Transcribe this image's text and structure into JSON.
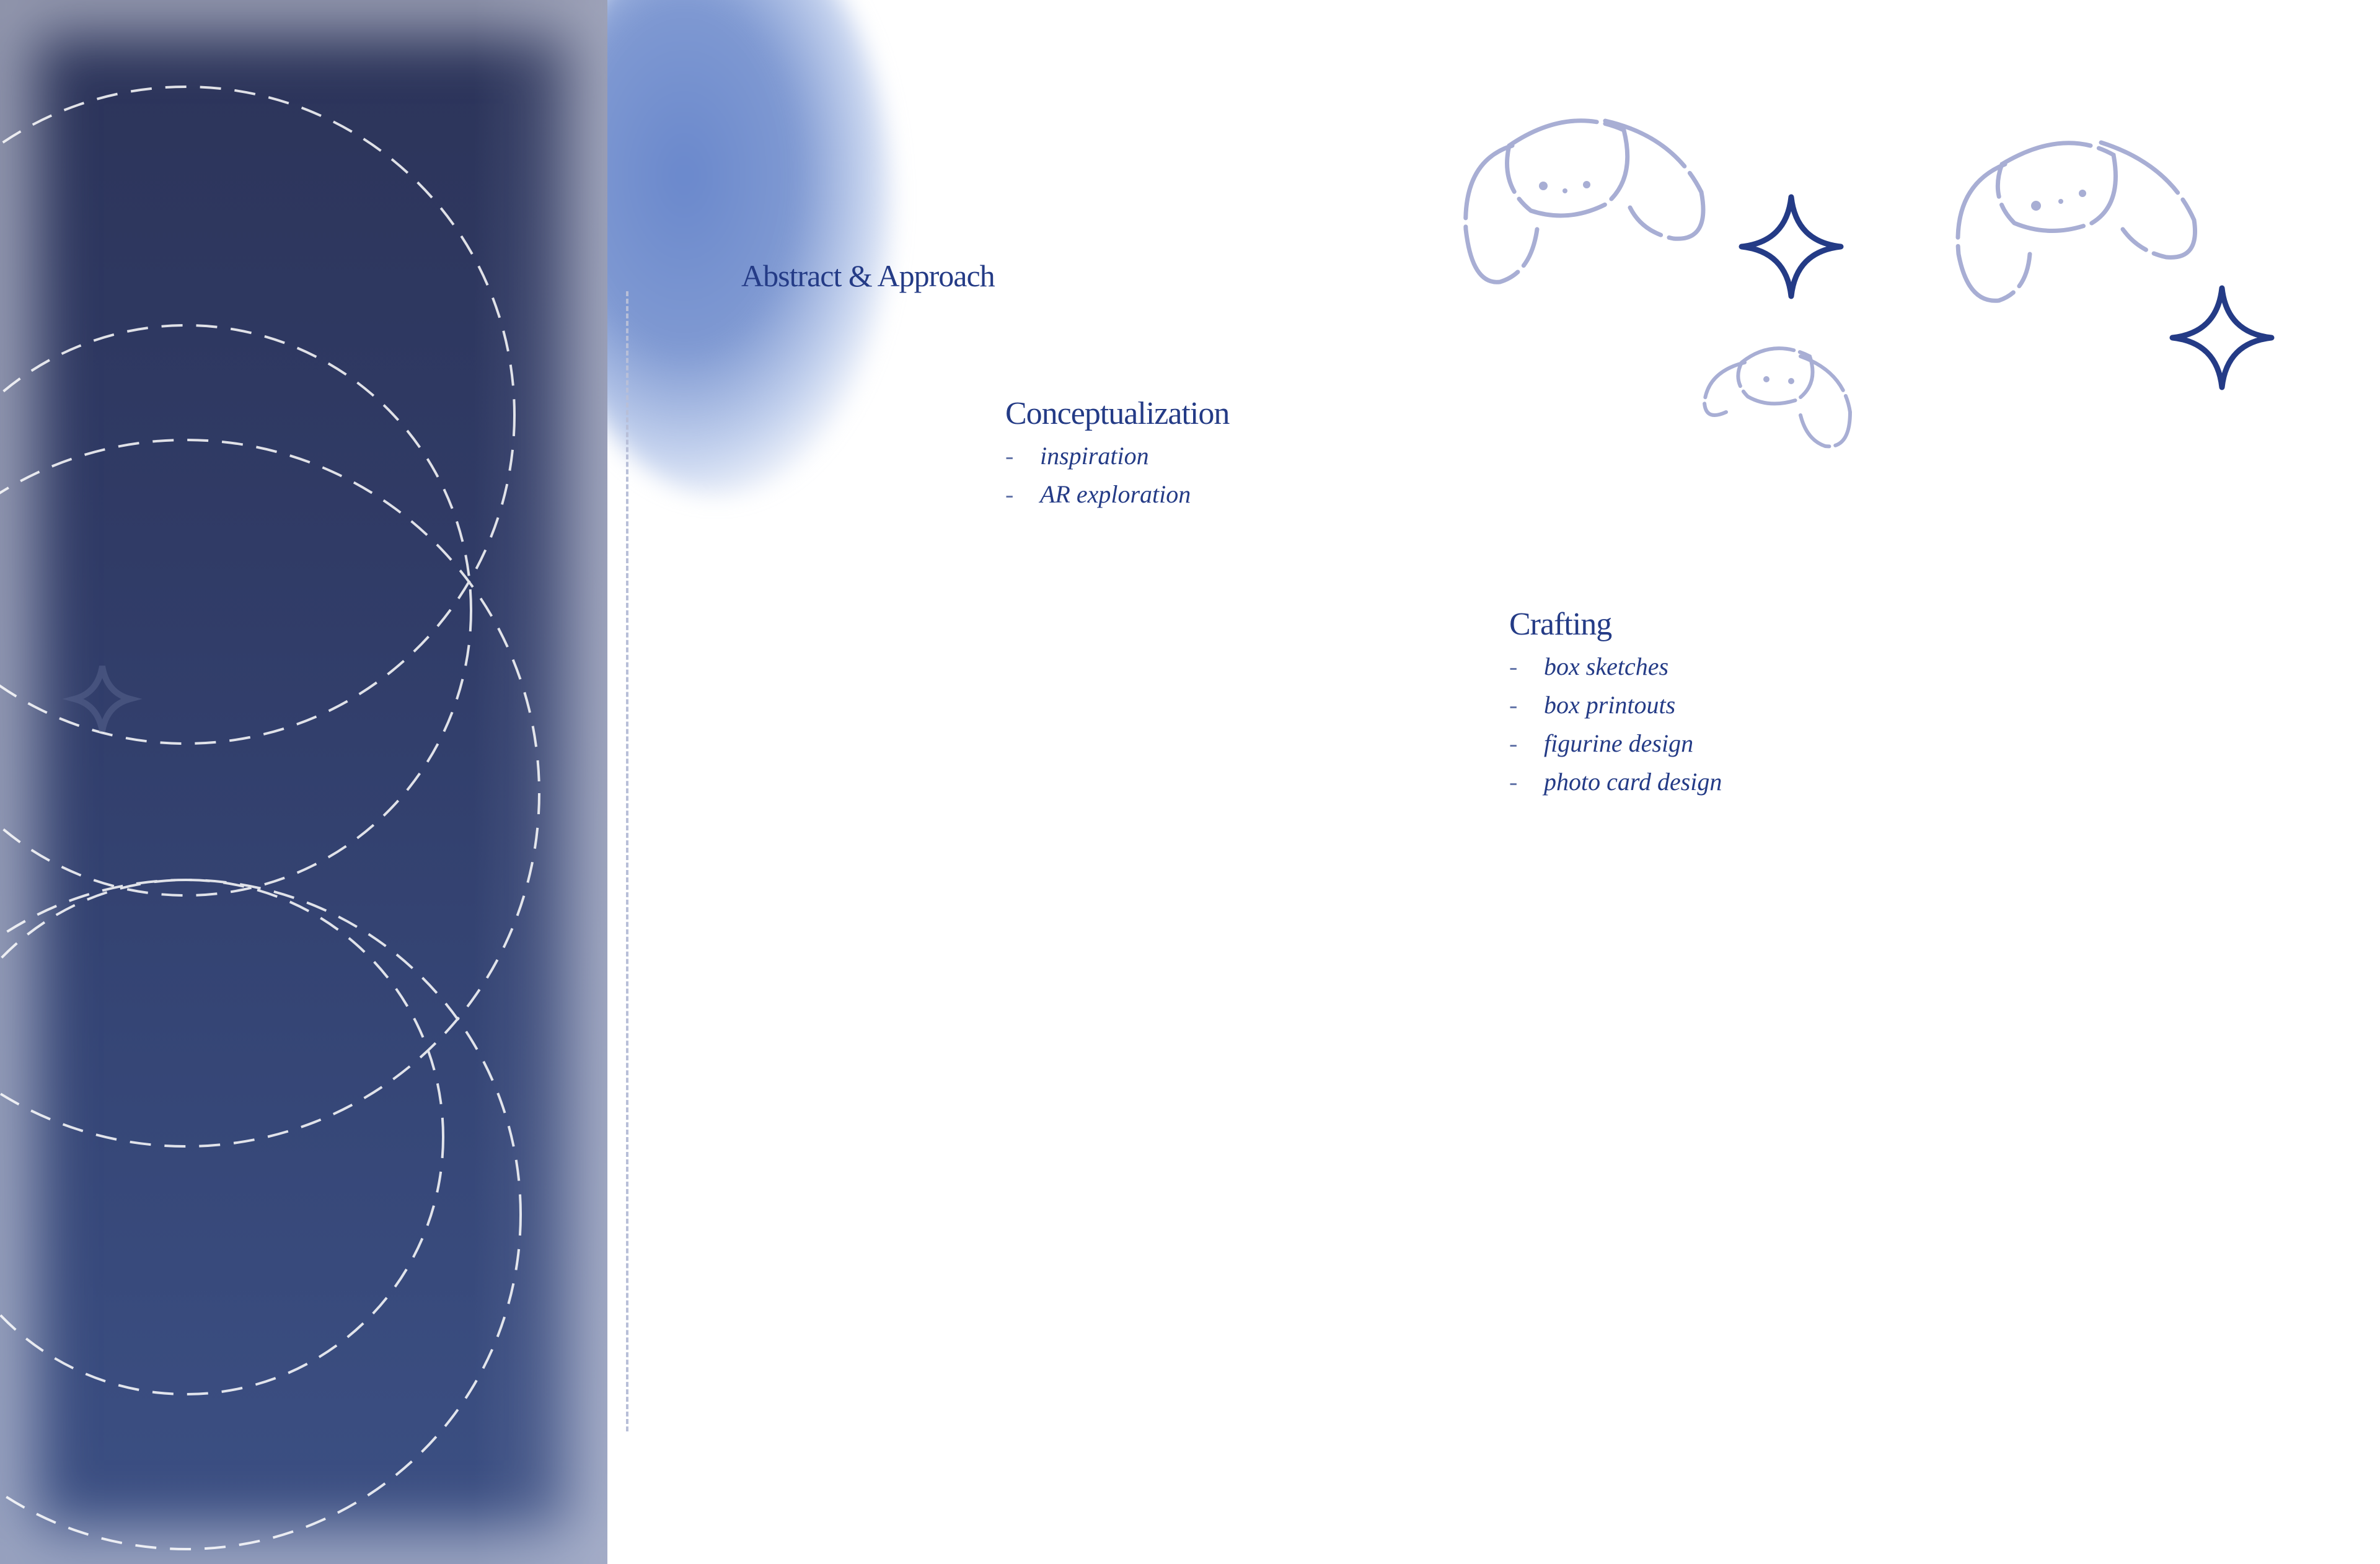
{
  "page": {
    "title": "Abstract & Approach"
  },
  "sections": [
    {
      "title": "Conceptualization",
      "items": [
        "inspiration",
        "AR exploration"
      ]
    },
    {
      "title": "Crafting",
      "items": [
        "box sketches",
        "box printouts",
        "figurine design",
        "photo card design"
      ]
    }
  ],
  "list_marker": "-",
  "colors": {
    "accent": "#243b86",
    "sidebar_top": "#2c3459",
    "sidebar_bottom": "#3c5084",
    "glow": "#7f99d2",
    "sketch_lines": "#a8aed4"
  },
  "icons": [
    "sparkle-icon",
    "bunny-sketch-icon"
  ]
}
